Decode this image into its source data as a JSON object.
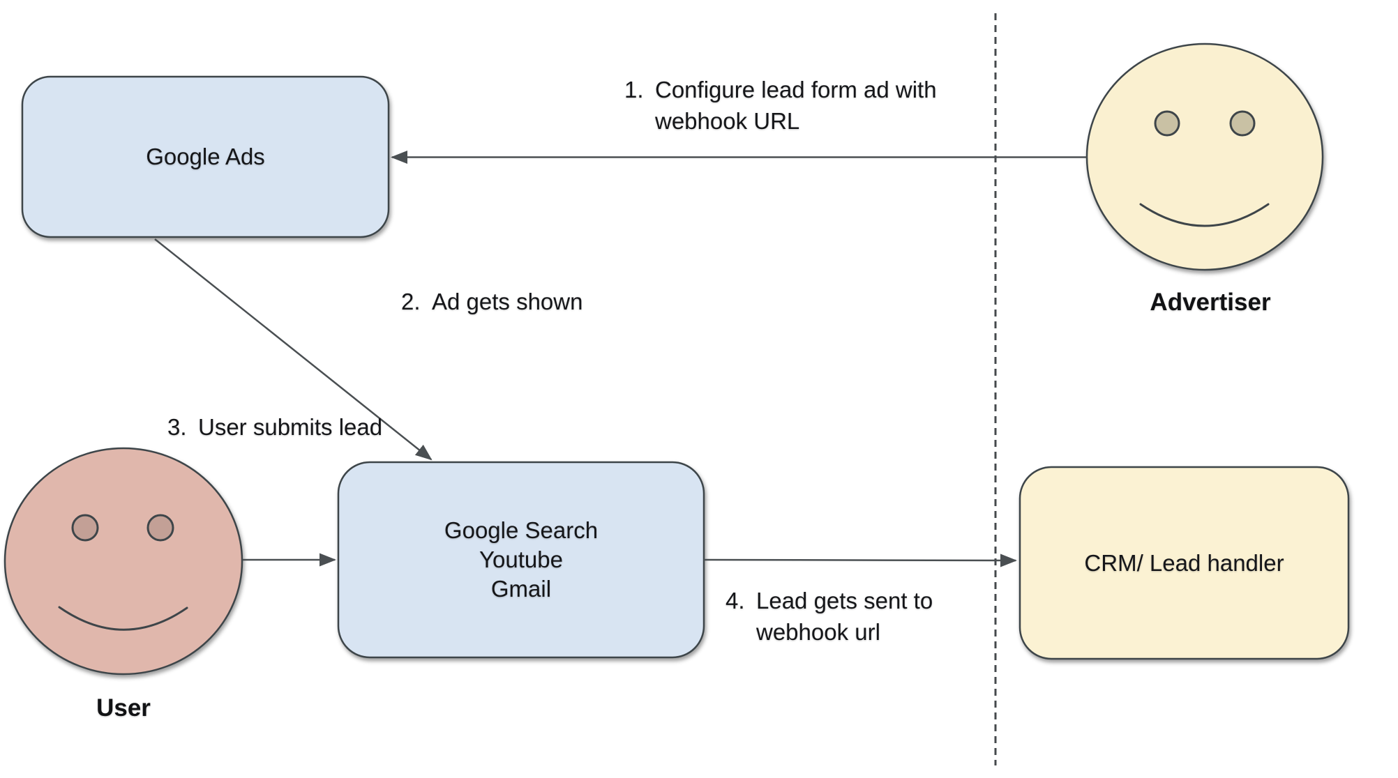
{
  "diagram": {
    "nodes": {
      "google_ads": {
        "label": "Google Ads",
        "fill": "#d8e4f2"
      },
      "google_surfaces": {
        "label": "Google Search\nYoutube\nGmail",
        "fill": "#d8e4f2"
      },
      "crm": {
        "label": "CRM/ Lead handler",
        "fill": "#fbf2d3"
      }
    },
    "actors": {
      "advertiser": {
        "label": "Advertiser",
        "face_fill": "#faf0d0",
        "eye_fill": "#c9c1a4"
      },
      "user": {
        "label": "User",
        "face_fill": "#e0b7ac",
        "eye_fill": "#c3a096"
      }
    },
    "steps": [
      {
        "number": "1.",
        "text": "Configure lead form ad with\nwebhook URL"
      },
      {
        "number": "2.",
        "text": "Ad gets shown"
      },
      {
        "number": "3.",
        "text": "User submits lead"
      },
      {
        "number": "4.",
        "text": "Lead gets sent to\nwebhook url"
      }
    ],
    "colors": {
      "shape_stroke": "#3e4549",
      "arrow": "#4a4f52",
      "divider": "#45494c",
      "text": "#151619",
      "background": "#ffffff"
    }
  }
}
